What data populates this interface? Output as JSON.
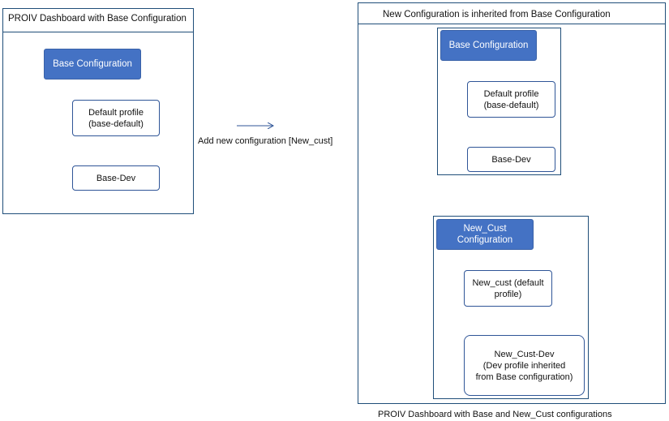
{
  "left_panel": {
    "title": "PROIV Dashboard with Base Configuration",
    "root": "Base Configuration",
    "children": [
      "Default profile\n(base-default)",
      "Base-Dev"
    ]
  },
  "middle": {
    "caption": "Add new configuration [New_cust]"
  },
  "right_panel": {
    "title": "New Configuration is inherited from Base Configuration",
    "footer": "PROIV Dashboard with Base and New_Cust configurations",
    "base_group": {
      "root": "Base Configuration",
      "children": [
        "Default profile\n(base-default)",
        "Base-Dev"
      ]
    },
    "new_group": {
      "root": "New_Cust\nConfiguration",
      "children": [
        "New_cust (default\nprofile)",
        "New_Cust-Dev\n(Dev profile inherited\nfrom Base configuration)"
      ]
    }
  },
  "colors": {
    "node_fill": "#4472c4",
    "outline": "#2f5597",
    "connector": "#2f5597"
  }
}
